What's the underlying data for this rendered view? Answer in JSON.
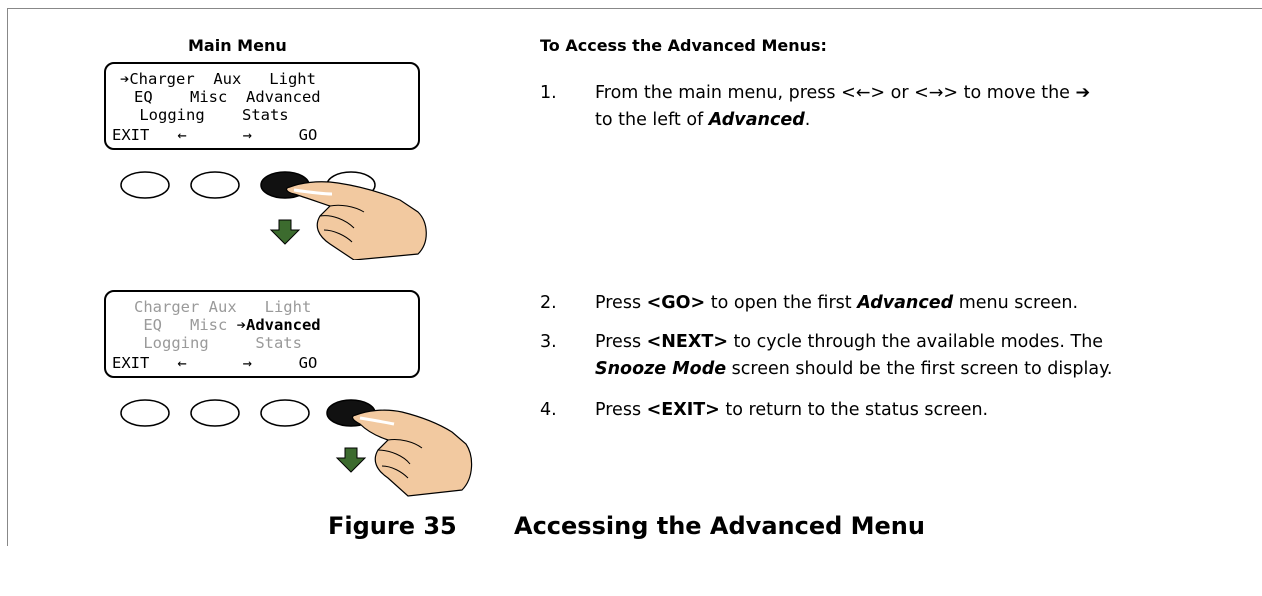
{
  "left_panel": {
    "title": "Main Menu",
    "screen1": {
      "line1": "➔Charger  Aux   Light",
      "line2": "EQ    Misc  Advanced",
      "line3": " Logging    Stats",
      "line4": "EXIT   ←      →     GO"
    },
    "screen2": {
      "line1": "Charger Aux   Light",
      "line2_prefix": " EQ   Misc ",
      "line2_highlight": "➔Advanced",
      "line3": " Logging     Stats",
      "line4": "EXIT   ←      →     GO"
    }
  },
  "instructions": {
    "heading": "To Access the Advanced Menus:",
    "steps": [
      {
        "num": "1.",
        "line1": "From the main menu, press <←> or <→> to move the ➔",
        "line2_plain": "to the left of ",
        "line2_em": "Advanced",
        "line2_end": "."
      },
      {
        "num": "2.",
        "a": "Press ",
        "b": "<GO>",
        "c": " to open the first ",
        "d": "Advanced",
        "e": " menu screen."
      },
      {
        "num": "3.",
        "a": "Press ",
        "b": "<NEXT>",
        "c": " to cycle through the available modes.  The",
        "d": "Snooze Mode",
        "e": " screen should be the first screen to display."
      },
      {
        "num": "4.",
        "a": "Press ",
        "b": "<EXIT>",
        "c": " to return to the status screen."
      }
    ]
  },
  "caption": {
    "label": "Figure 35",
    "title": "Accessing the Advanced Menu"
  },
  "colors": {
    "arrow_green": "#3c6b2e",
    "finger_skin": "#f2c9a0",
    "dim_text": "#9a9a9a"
  }
}
